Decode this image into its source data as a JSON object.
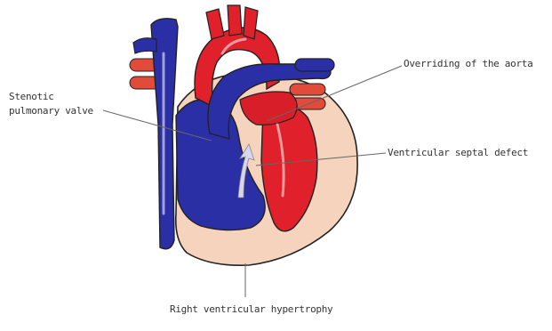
{
  "labels": {
    "overriding_aorta": "Overriding of the aorta",
    "stenotic_valve_line1": "Stenotic",
    "stenotic_valve_line2": "pulmonary valve",
    "vsd": "Ventricular septal defect",
    "rv_hypertrophy": "Right ventricular hypertrophy"
  },
  "colors": {
    "deoxygenated_blue": "#2b2fa6",
    "oxygenated_red": "#e0202a",
    "muscle_peach": "#f6d3bc",
    "outline": "#222222",
    "leader_line": "#666666"
  }
}
